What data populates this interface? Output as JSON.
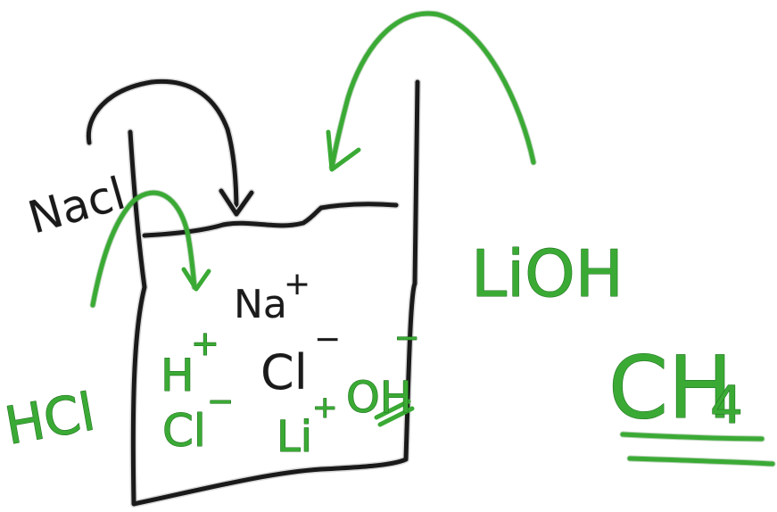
{
  "labels": {
    "nacl": "Nacl",
    "na_ion": "Na",
    "na_charge": "+",
    "cl_ion": "Cl",
    "cl_charge": "−",
    "hcl": "HCl",
    "h_ion": "H",
    "h_charge": "+",
    "cl_ion_2": "Cl",
    "cl_charge_2": "−",
    "li_ion": "Li",
    "li_charge": "+",
    "oh_ion": "OH",
    "oh_charge": "−",
    "lioh": "LiOH",
    "ch4": "CH",
    "ch4_sub": "4"
  },
  "colors": {
    "black_ink": "#1a1a1a",
    "green_ink": "#3aaa35",
    "background": "#ffffff"
  }
}
